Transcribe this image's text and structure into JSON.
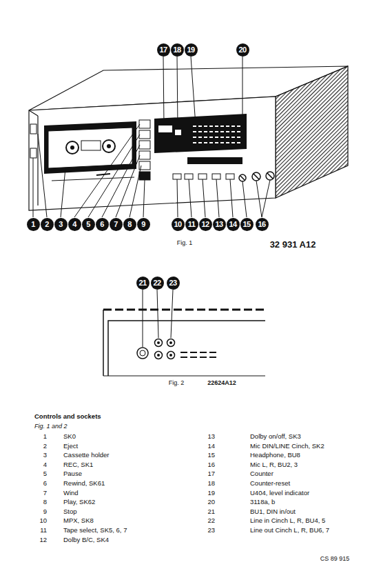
{
  "diagram": {
    "nodes": [
      {
        "text": [
          "17"
        ]
      },
      {
        "text": [
          "18"
        ]
      },
      {
        "text": [
          "19"
        ]
      },
      {
        "text": [
          "20"
        ]
      },
      {
        "text": [
          "1"
        ]
      },
      {
        "text": [
          "2"
        ]
      },
      {
        "text": [
          "3"
        ]
      },
      {
        "text": [
          "4"
        ]
      },
      {
        "text": [
          "5"
        ]
      },
      {
        "text": [
          "6"
        ]
      },
      {
        "text": [
          "7"
        ]
      },
      {
        "text": [
          "8"
        ]
      },
      {
        "text": [
          "9"
        ]
      },
      {
        "text": [
          "10"
        ]
      },
      {
        "text": [
          "11"
        ]
      },
      {
        "text": [
          "12"
        ]
      },
      {
        "text": [
          "13"
        ]
      },
      {
        "text": [
          "14"
        ]
      },
      {
        "text": [
          "15"
        ]
      },
      {
        "text": [
          "16"
        ]
      },
      {
        "text": [
          "21"
        ]
      },
      {
        "text": [
          "22"
        ]
      },
      {
        "text": [
          "23"
        ]
      }
    ],
    "labels": [
      "Fig. 1",
      "32 931 A12",
      "Fig. 2",
      "22624A12",
      "Controls and sockets",
      "Fig. 1 and 2",
      "1",
      "SK0",
      "2",
      "Eject",
      "3",
      "Cassette holder",
      "4",
      "REC, SK1",
      "5",
      "Pause",
      "6",
      "Rewind, SK61",
      "7",
      "Wind",
      "8",
      "Play, SK62",
      "9",
      "Stop",
      "10",
      "MPX, SK8",
      "11",
      "Tape select, SK5, 6, 7",
      "12",
      "Dolby B/C, SK4",
      "13",
      "Dolby on/off, SK3",
      "14",
      "Mic DIN/LINE Cinch, SK2",
      "15",
      "Headphone, BU8",
      "16",
      "Mic L, R, BU2, 3",
      "17",
      "Counter",
      "18",
      "Counter-reset",
      "19",
      "U404, level indicator",
      "20",
      "3118a, b",
      "21",
      "BU1, DIN in/out",
      "22",
      "Line in Cinch L, R, BU4, 5",
      "23",
      "Line out Cinch L, R, BU6, 7",
      "CS 89 915"
    ]
  }
}
